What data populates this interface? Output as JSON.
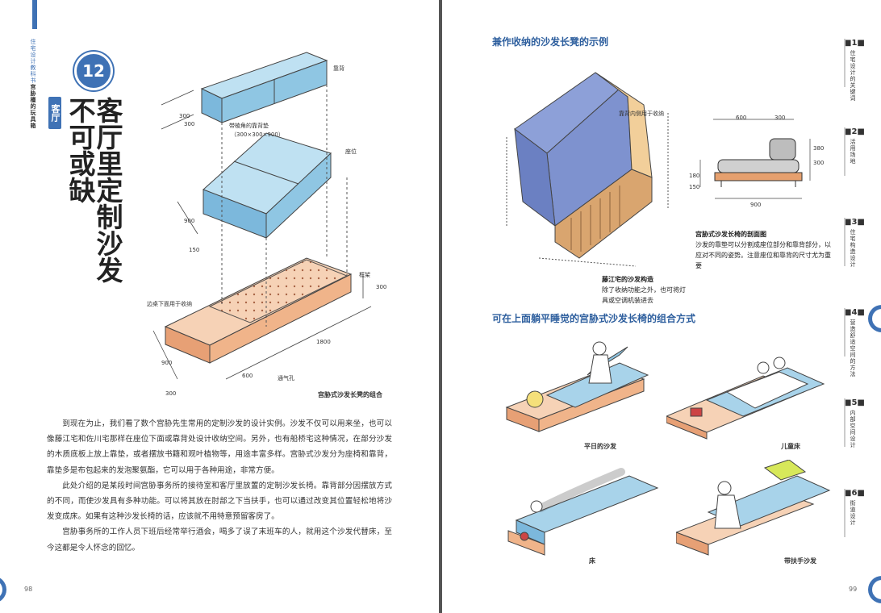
{
  "left_page": {
    "side_label_1": "住宅设计教科书",
    "side_label_2": "宫胁檀的玩具箱",
    "chapter_number": "12",
    "tag": "客厅",
    "title_col1": "客厅里定制沙发",
    "title_col2": "不可或缺",
    "diagram": {
      "label_backrest": "靠背",
      "label_cushion": "带棱角的靠背垫",
      "label_cushion_size": "（300×300×900）",
      "label_seat": "座位",
      "label_frame": "框架",
      "label_storage": "边桌下面用于收纳",
      "label_vent": "通气孔",
      "caption": "宫胁式沙发长凳的组合",
      "dims": [
        "300",
        "300",
        "900",
        "150",
        "300",
        "1800",
        "600",
        "300",
        "900"
      ]
    },
    "paragraphs": [
      "到现在为止，我们看了数个宫胁先生常用的定制沙发的设计实例。沙发不仅可以用来坐，也可以像藤江宅和佐川宅那样在座位下面或靠背处设计收纳空间。另外，也有船桥宅这种情况，在部分沙发的木质底板上放上靠垫，或者摆放书籍和观叶植物等，用途丰富多样。宫胁式沙发分为座椅和靠背，靠垫多是布包起来的发泡聚氨酯，它可以用于各种用途，非常方便。",
      "此处介绍的是某段时间宫胁事务所的接待室和客厅里放置的定制沙发长椅。靠背部分因摆放方式的不同，而使沙发具有多种功能。可以将其放在肘部之下当扶手，也可以通过改变其位置轻松地将沙发变成床。如果有这种沙发长椅的话，应该就不用特意预留客房了。",
      "宫胁事务所的工作人员下班后经常举行酒会，喝多了误了末班车的人，就用这个沙发代替床，至今这都是令人怀念的回忆。"
    ],
    "page_number": "98"
  },
  "right_page": {
    "section1_title": "兼作收纳的沙发长凳的示例",
    "label_inner_storage": "靠背内侧用于收纳",
    "caption_fujie_title": "藤江宅的沙发构造",
    "caption_fujie_body": "除了收纳功能之外，也可将灯具或空调机装进去",
    "caption_section_title": "宫胁式沙发长椅的剖面图",
    "caption_section_body": "沙发的靠垫可以分割成座位部分和靠背部分，以应对不同的姿势。注意座位和靠背的尺寸尤为重要",
    "section_dims": [
      "600",
      "300",
      "300",
      "900",
      "180",
      "150",
      "380"
    ],
    "section2_title": "可在上面躺平睡觉的宫胁式沙发长椅的组合方式",
    "combos": [
      "平日的沙发",
      "儿童床",
      "床",
      "带扶手沙发"
    ],
    "page_number": "99"
  },
  "chapters": [
    {
      "num": "1",
      "title": "住宅设计的关键词"
    },
    {
      "num": "2",
      "title": "活用场地"
    },
    {
      "num": "3",
      "title": "住宅构造设计"
    },
    {
      "num": "4",
      "title": "营造舒适空间的方法"
    },
    {
      "num": "5",
      "title": "内部空间设计"
    },
    {
      "num": "6",
      "title": "街道设计"
    }
  ],
  "colors": {
    "accent": "#3f72b5",
    "cushion": "#8fc6e3",
    "wood": "#f0b48a"
  }
}
